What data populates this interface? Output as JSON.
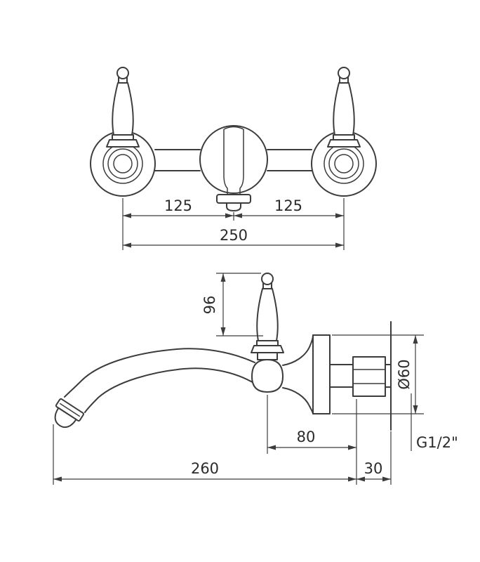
{
  "meta": {
    "drawing_type": "technical dimension drawing",
    "subject": "wall-mounted two-handle basin mixer tap",
    "background_color": "#ffffff",
    "line_color": "#3c3c3c",
    "text_color": "#2b2b2b"
  },
  "front_view": {
    "dimensions": {
      "left_pitch": "125",
      "right_pitch": "125",
      "overall_width": "250"
    }
  },
  "side_view": {
    "dimensions": {
      "handle_height": "96",
      "body_depth": "80",
      "wall_flange_depth": "30",
      "spout_reach": "260",
      "flange_diameter": "Ø60",
      "thread": "G1/2\""
    }
  }
}
